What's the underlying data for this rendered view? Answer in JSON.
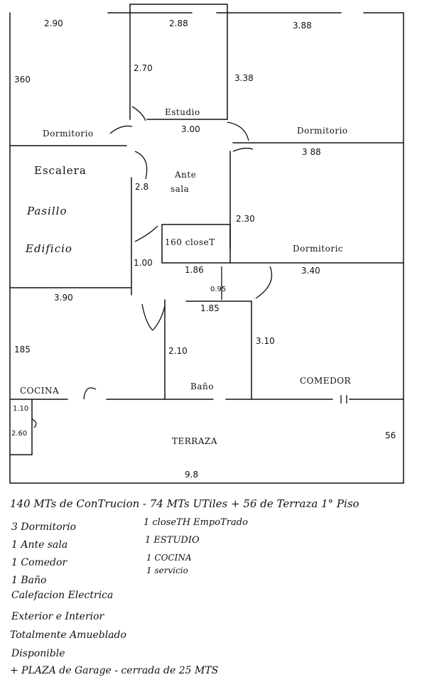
{
  "rooms": {
    "dormitorio_1": "Dormitorio",
    "estudio": "Estudio",
    "dormitorio_2": "Dormitorio",
    "escalera": "Escalera",
    "pasillo": "Pasillo",
    "edificio": "Edificio",
    "ante": "Ante",
    "sala": "sala",
    "closet": "160 closeT",
    "dormitorio_3": "Dormitoric",
    "cocina": "COCINA",
    "bano": "Baño",
    "comedor": "COMEDOR",
    "terraza": "TERRAZA"
  },
  "dimensions": {
    "d_290": "2.90",
    "d_288": "2.88",
    "d_388_top": "3.88",
    "d_360": "360",
    "d_270": "2.70",
    "d_338": "3.38",
    "d_300": "3.00",
    "d_388_mid": "3 88",
    "d_28": "2.8",
    "d_230": "2.30",
    "d_100": "1.00",
    "d_186": "1.86",
    "d_340": "3.40",
    "d_390": "3.90",
    "d_095": "0.95",
    "d_185a": "1.85",
    "d_185b": "185",
    "d_210": "2.10",
    "d_310": "3.10",
    "d_110": "1.10",
    "d_260": "2.60",
    "d_56": "56",
    "d_98": "9.8"
  },
  "notes": {
    "line1": "140 MTs de ConTrucion - 74 MTs  UTiles + 56  de Terraza   1° Piso",
    "left": [
      "3 Dormitorio",
      "1 Ante sala",
      "1 Comedor",
      "1 Baño"
    ],
    "right": [
      "1 closeTH EmpoTrado",
      "1 ESTUDIO",
      "1 COCINA",
      "1 servicio"
    ],
    "lines": [
      "Calefacion Electrica",
      "Exterior e Interior",
      "Totalmente Amueblado",
      "Disponible",
      "+ PLAZA de Garage - cerrada de 25 MTS"
    ]
  }
}
